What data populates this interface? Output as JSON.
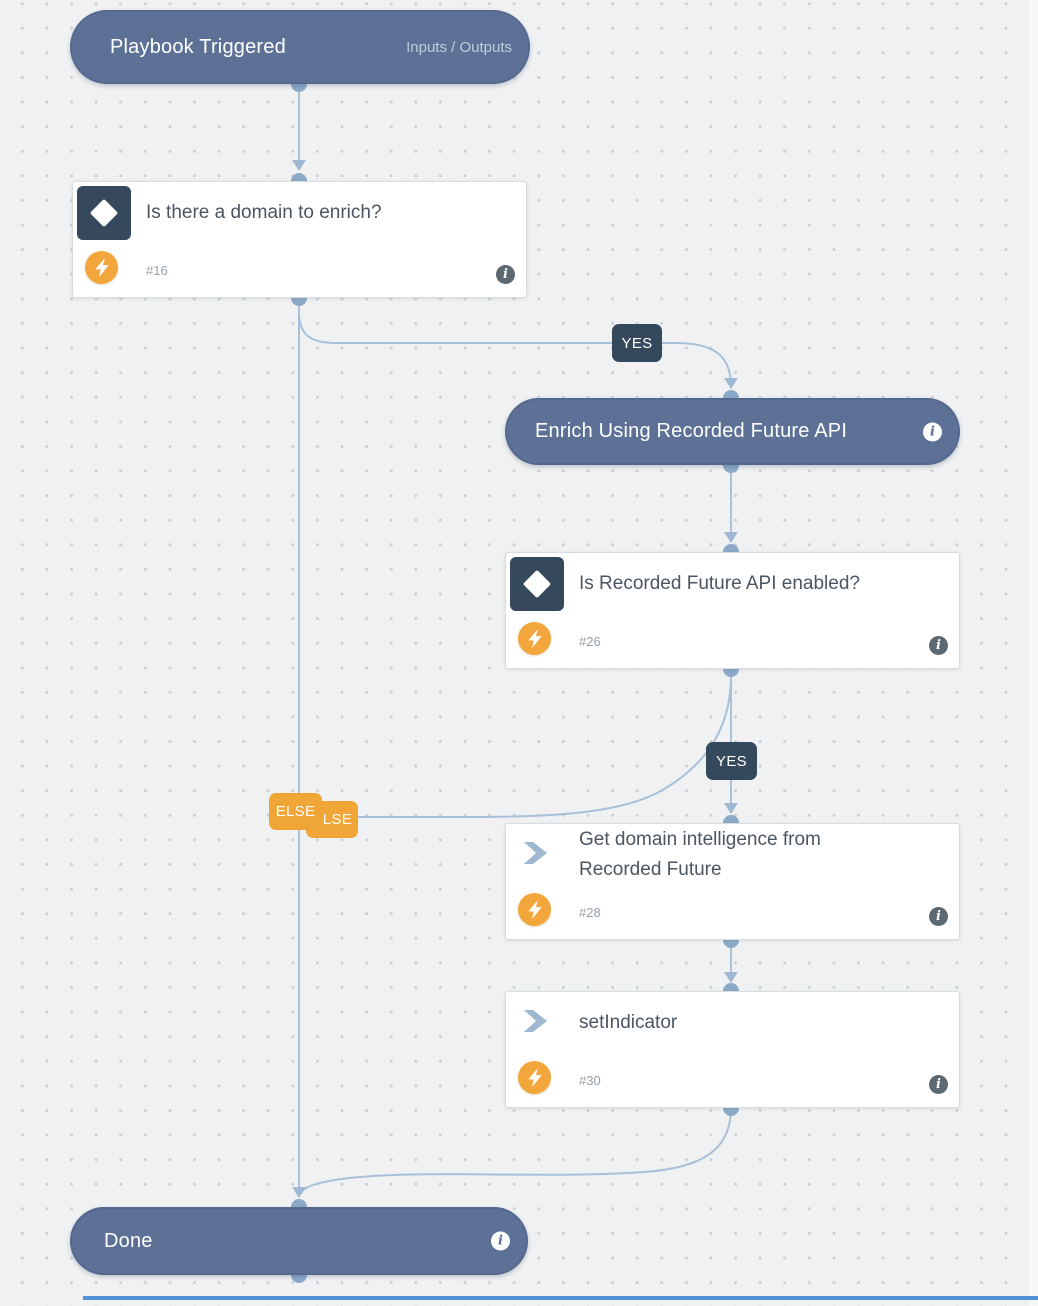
{
  "colors": {
    "canvas_bg": "#eff1f2",
    "pill_node": "#5c7195",
    "condition_icon_bg": "#36495c",
    "bolt_orange": "#f2a63b",
    "yes_label_bg": "#35495c",
    "else_label_bg": "#f0a636",
    "connector": "#a9c0d8",
    "bottom_divider": "#4f93d6"
  },
  "nodes": {
    "trigger": {
      "title": "Playbook Triggered",
      "io_label": "Inputs / Outputs"
    },
    "cond_domain": {
      "title": "Is there a domain to enrich?",
      "task_id": "#16"
    },
    "enrich_api": {
      "title": "Enrich Using Recorded Future API"
    },
    "cond_api": {
      "title": "Is Recorded Future API enabled?",
      "task_id": "#26"
    },
    "get_intel": {
      "title": "Get domain intelligence from Recorded Future",
      "task_id": "#28"
    },
    "set_indicator": {
      "title": "setIndicator",
      "task_id": "#30"
    },
    "done": {
      "title": "Done"
    }
  },
  "edge_labels": {
    "yes_domain": "YES",
    "yes_api": "YES",
    "else_domain": "ELSE",
    "else_api": "ELSE"
  },
  "icons": {
    "info_glyph": "i"
  }
}
